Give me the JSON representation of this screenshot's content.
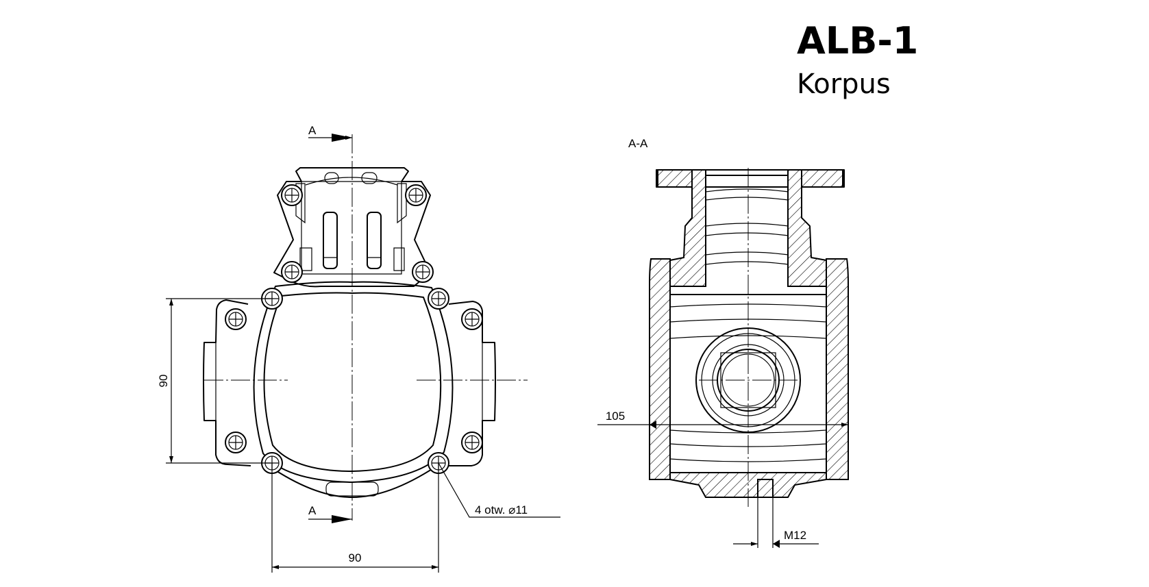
{
  "header": {
    "code": "ALB-1",
    "name": "Korpus"
  },
  "front_view": {
    "section_marker_top": "A",
    "section_marker_bottom": "A",
    "dim_vertical": "90",
    "dim_horizontal": "90",
    "holes_note": "4 otw.  ⌀11"
  },
  "section_view": {
    "title": "A-A",
    "dim_width": "105",
    "dim_thread": "M12"
  }
}
